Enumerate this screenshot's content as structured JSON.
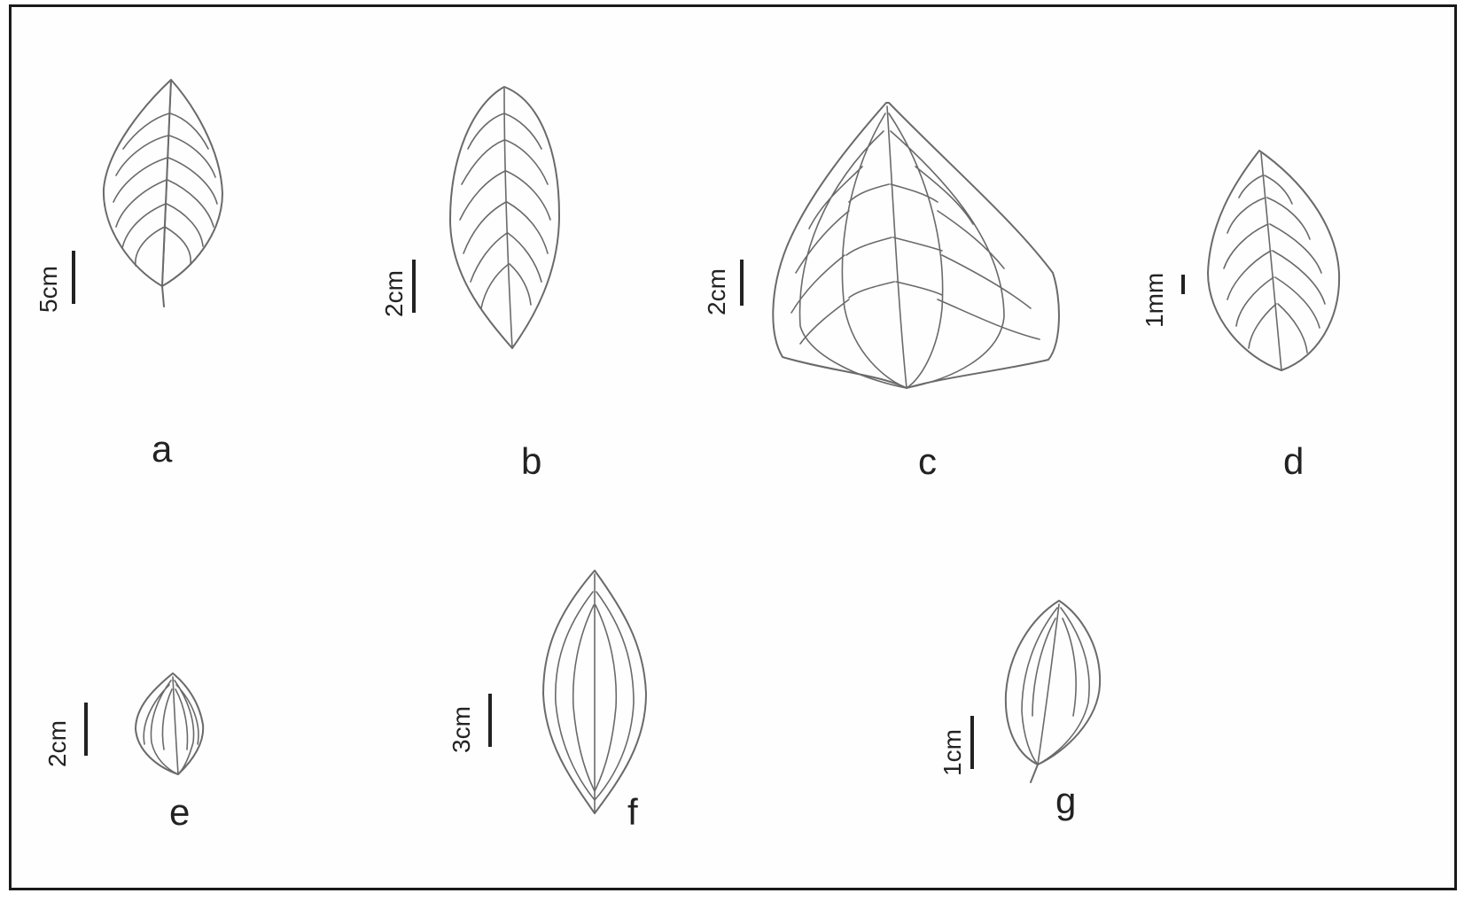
{
  "figure": {
    "panels": [
      {
        "id": "a",
        "letter": "a",
        "scale": "5cm"
      },
      {
        "id": "b",
        "letter": "b",
        "scale": "2cm"
      },
      {
        "id": "c",
        "letter": "c",
        "scale": "2cm"
      },
      {
        "id": "d",
        "letter": "d",
        "scale": "1mm"
      },
      {
        "id": "e",
        "letter": "e",
        "scale": "2cm"
      },
      {
        "id": "f",
        "letter": "f",
        "scale": "3cm"
      },
      {
        "id": "g",
        "letter": "g",
        "scale": "1cm"
      }
    ]
  },
  "colors": {
    "line": "#6a6a6a",
    "frame": "#1a1a1a",
    "text": "#222222"
  }
}
